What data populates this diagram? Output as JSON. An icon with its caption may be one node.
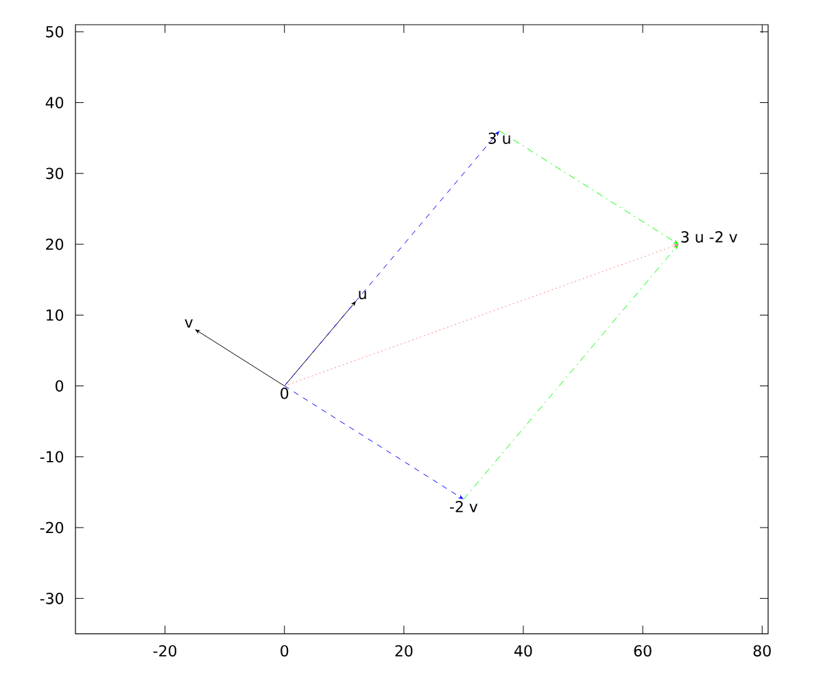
{
  "diagram": {
    "nodes": [
      {
        "text": [
          "0"
        ]
      },
      {
        "text": [
          "u"
        ]
      },
      {
        "text": [
          "v"
        ]
      },
      {
        "text": [
          "3 u"
        ]
      },
      {
        "text": [
          "-2 v"
        ]
      },
      {
        "text": [
          "3 u -2 v"
        ]
      }
    ],
    "edges": [
      {
        "from": 0,
        "to": 1,
        "arrow": "to",
        "color": "#000000"
      },
      {
        "from": 0,
        "to": 2,
        "arrow": "to",
        "color": "#000000"
      },
      {
        "from": 0,
        "to": 3,
        "arrow": "to",
        "style": "dashed",
        "color": "#0000ff"
      },
      {
        "from": 0,
        "to": 4,
        "arrow": "to",
        "style": "dashed",
        "color": "#0000ff"
      },
      {
        "from": 3,
        "to": 5,
        "arrow": "to",
        "style": "dashed",
        "color": "#00ff00"
      },
      {
        "from": 4,
        "to": 5,
        "arrow": "to",
        "style": "dashed",
        "color": "#00ff00"
      },
      {
        "from": 0,
        "to": 5,
        "arrow": "to",
        "style": "dashed",
        "color": "#ff8080"
      }
    ],
    "chart_data": {
      "type": "scatter",
      "xlim": [
        -35,
        81
      ],
      "ylim": [
        -35,
        51
      ],
      "xticks": [
        -20,
        0,
        20,
        40,
        60,
        80
      ],
      "yticks": [
        -30,
        -20,
        -10,
        0,
        10,
        20,
        30,
        40,
        50
      ]
    }
  }
}
